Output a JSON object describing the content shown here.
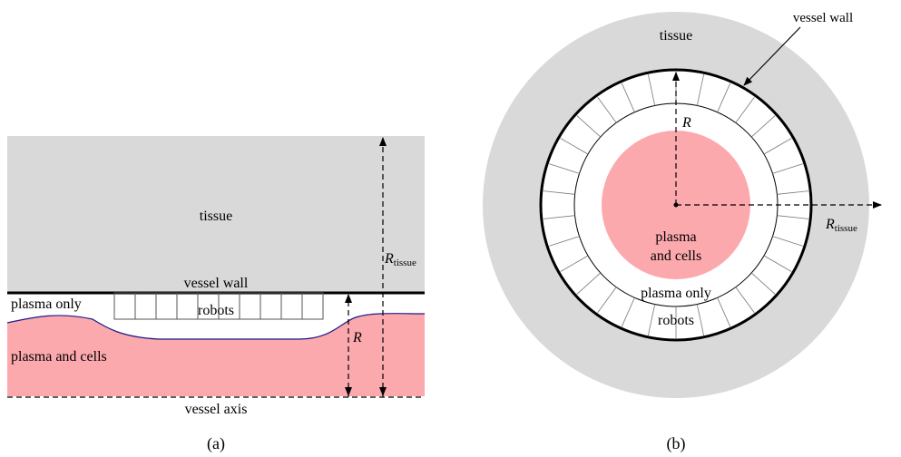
{
  "panel_a": {
    "caption": "(a)",
    "tissue_label": "tissue",
    "wall_label": "vessel wall",
    "plasma_only_label": "plasma only",
    "robots_label": "robots",
    "plasma_cells_label": "plasma and cells",
    "axis_label": "vessel axis",
    "r_label": "R",
    "rtissue_main": "R",
    "rtissue_sub": "tissue"
  },
  "panel_b": {
    "caption": "(b)",
    "tissue_label": "tissue",
    "wall_label": "vessel wall",
    "r_label": "R",
    "rtissue_main": "R",
    "rtissue_sub": "tissue",
    "plasma_cells_line1": "plasma",
    "plasma_cells_line2": "and cells",
    "plasma_only_label": "plasma only",
    "robots_label": "robots"
  },
  "colors": {
    "tissue": "#d9d9d9",
    "plasma_cells": "#fca9ae",
    "interface": "#1a1a8c",
    "wall": "#000000"
  }
}
